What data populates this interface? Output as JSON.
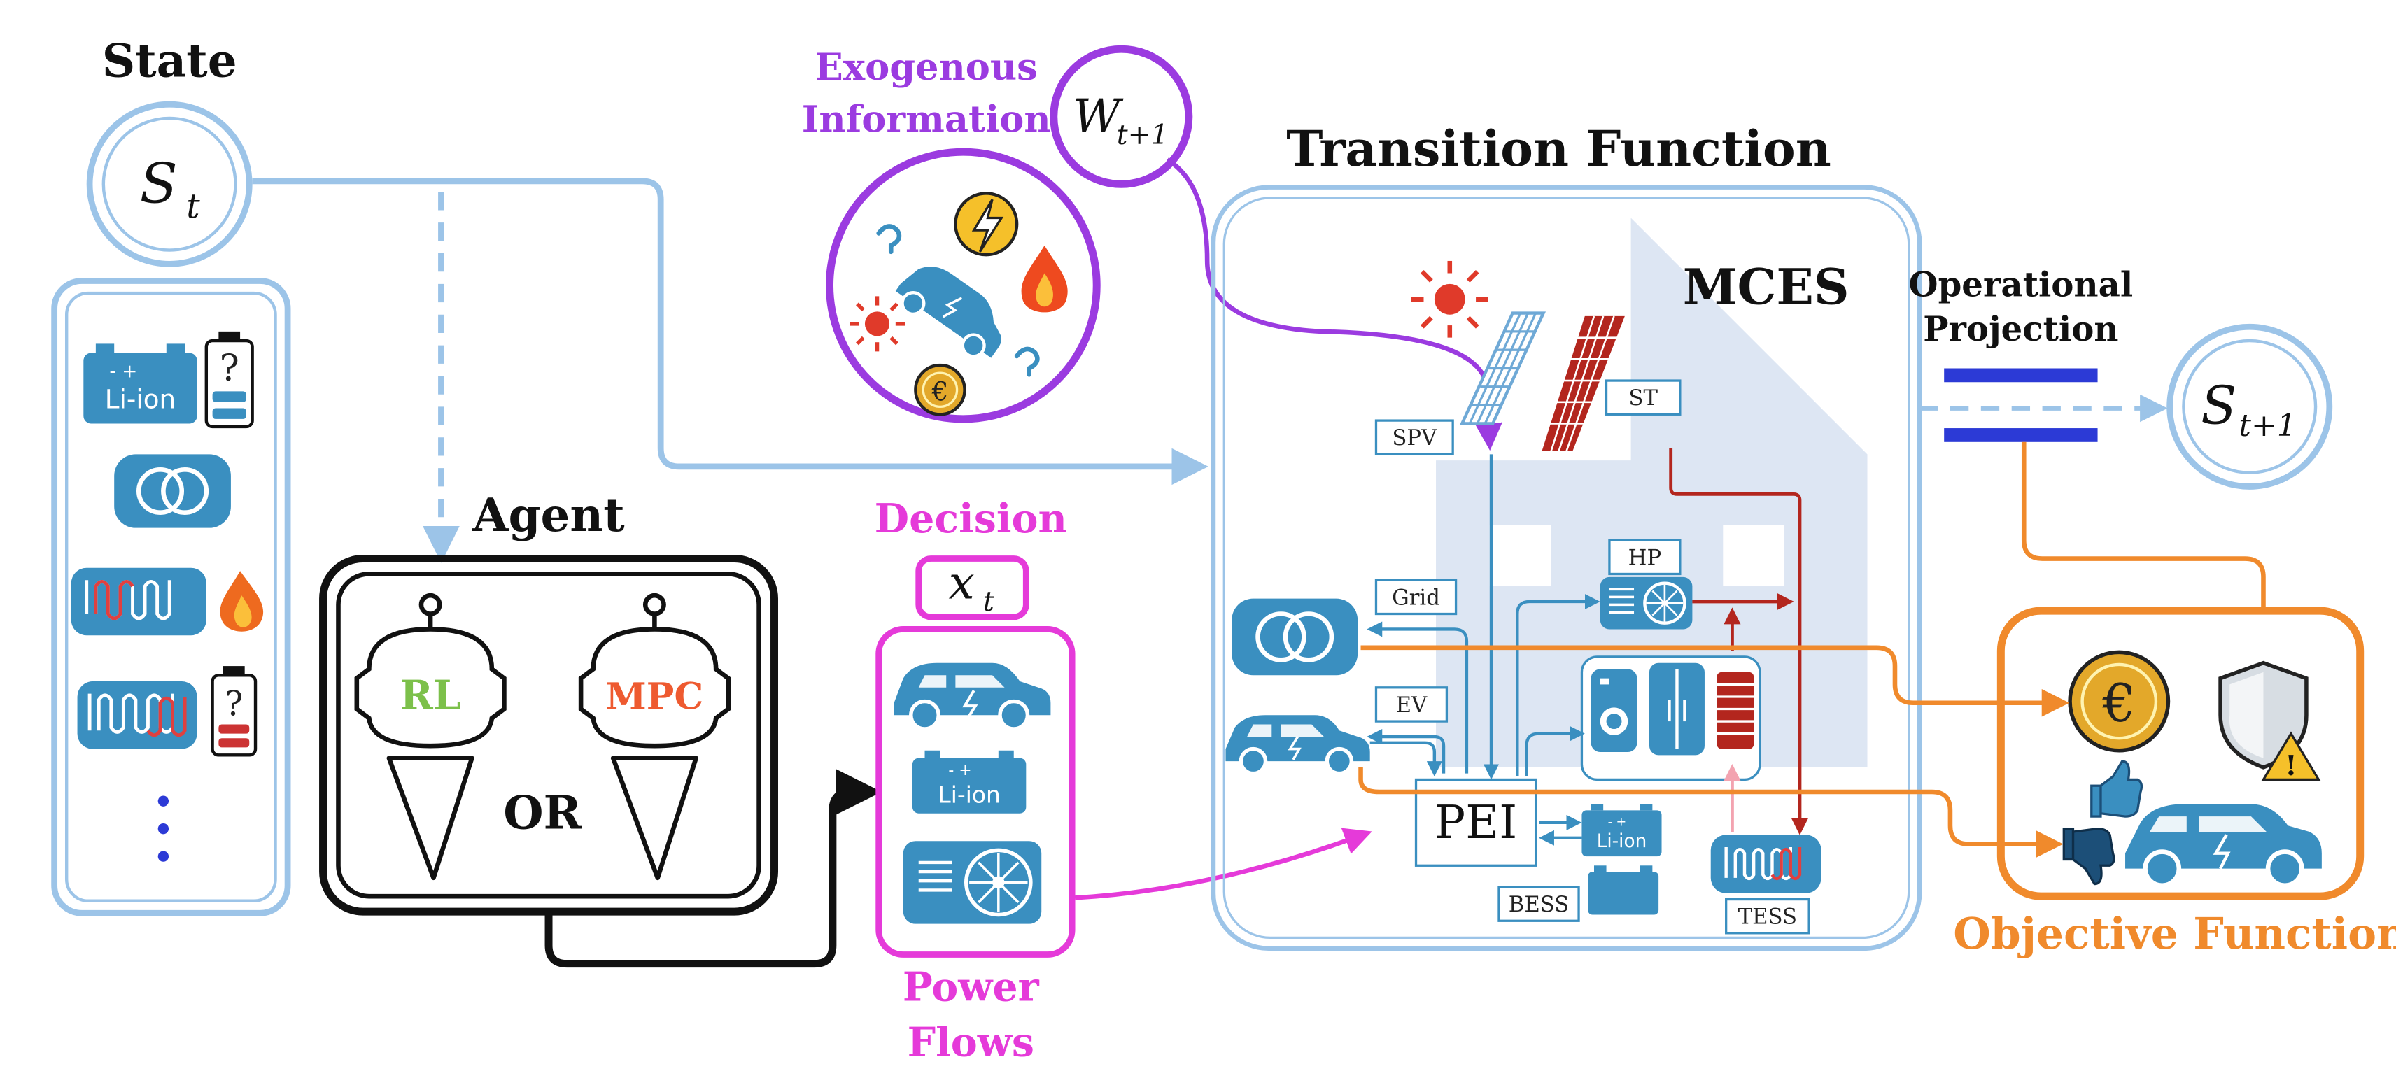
{
  "colors": {
    "blue": "#3a8fc0",
    "light_blue": "#9cc4e8",
    "purple": "#9b3be0",
    "magenta": "#e53ad9",
    "orange": "#f08a2c",
    "dark_red": "#b3261e",
    "building": "#dde6f3"
  },
  "state": {
    "title": "State",
    "node": {
      "main": "S",
      "sub": "t"
    },
    "battery_label": "Li-ion",
    "battery_sign": "- +",
    "question": "?"
  },
  "agent": {
    "title": "Agent",
    "rl": "RL",
    "mpc": "MPC",
    "or": "OR"
  },
  "exogenous": {
    "title_line1": "Exogenous",
    "title_line2": "Information",
    "node": {
      "main": "W",
      "sub": "t+1"
    }
  },
  "decision": {
    "title": "Decision",
    "var": "x",
    "var_sub": "t",
    "battery_label": "Li-ion",
    "battery_sign": "- +",
    "caption_line1": "Power",
    "caption_line2": "Flows"
  },
  "transition": {
    "title": "Transition Function",
    "mces": "MCES",
    "labels": {
      "spv": "SPV",
      "st": "ST",
      "grid": "Grid",
      "hp": "HP",
      "ev": "EV",
      "pei": "PEI",
      "bess": "BESS",
      "tess": "TESS"
    },
    "battery_label": "Li-ion",
    "battery_sign": "- +"
  },
  "projection": {
    "title_line1": "Operational",
    "title_line2": "Projection"
  },
  "next_state": {
    "main": "S",
    "sub": "t+1"
  },
  "objective": {
    "title": "Objective Function",
    "euro": "€",
    "warning": "!"
  }
}
